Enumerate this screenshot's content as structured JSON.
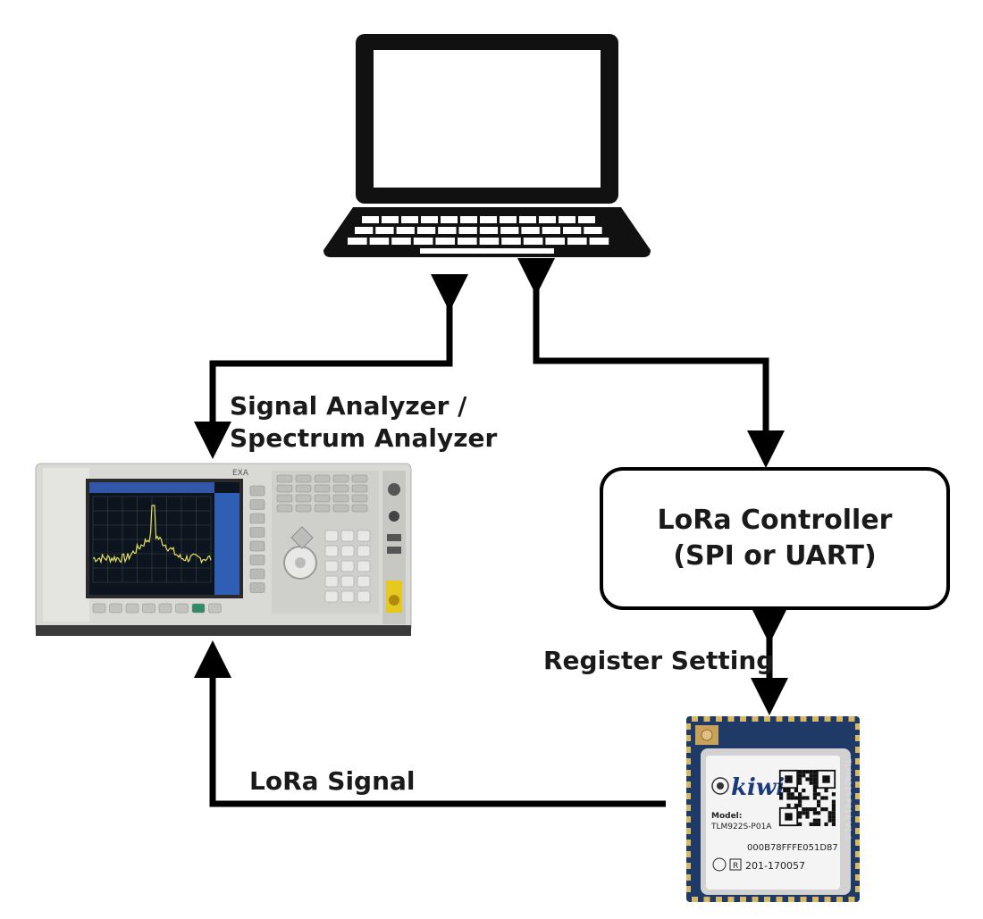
{
  "labels": {
    "analyzer_line1": "Signal Analyzer /",
    "analyzer_line2": "Spectrum Analyzer",
    "register_setting": "Register Setting",
    "lora_signal": "LoRa Signal"
  },
  "controller": {
    "line1": "LoRa Controller",
    "line2": "(SPI or UART)"
  },
  "instrument": {
    "brand_text": "EXA"
  },
  "module": {
    "brand": "kiwi",
    "model_label": "Model:",
    "model": "TLM922S-P01A",
    "eui": "000B78FFFE051D87",
    "cert": "201-170057",
    "side_text": "TLM922S-P01A V1.0"
  },
  "icons": [
    "laptop-icon",
    "signal-analyzer-icon",
    "lora-module-icon",
    "arrow-icon"
  ],
  "colors": {
    "line": "#000000",
    "text": "#1a1a1a",
    "screen_trace": "#e8e060"
  }
}
